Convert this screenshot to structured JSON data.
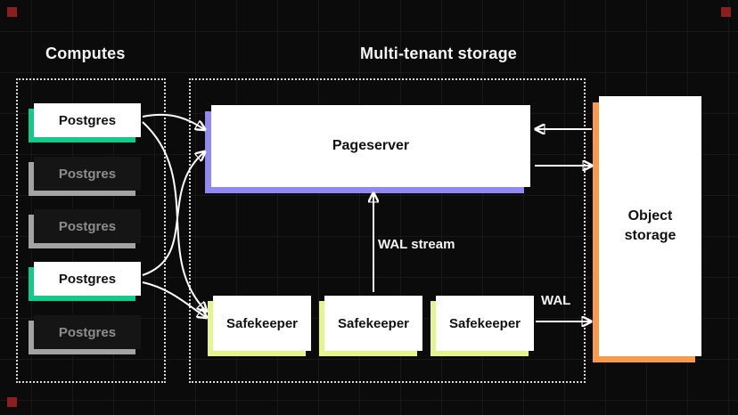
{
  "headings": {
    "computes": "Computes",
    "storage": "Multi-tenant storage"
  },
  "computes": {
    "items": [
      {
        "label": "Postgres",
        "state": "active"
      },
      {
        "label": "Postgres",
        "state": "inactive"
      },
      {
        "label": "Postgres",
        "state": "inactive"
      },
      {
        "label": "Postgres",
        "state": "active"
      },
      {
        "label": "Postgres",
        "state": "inactive"
      }
    ]
  },
  "storage": {
    "pageserver": {
      "label": "Pageserver"
    },
    "safekeepers": [
      {
        "label": "Safekeeper"
      },
      {
        "label": "Safekeeper"
      },
      {
        "label": "Safekeeper"
      }
    ],
    "wal_stream_label": "WAL stream",
    "wal_label": "WAL"
  },
  "object_storage": {
    "label": "Object storage"
  },
  "edges": [
    {
      "from": "postgres-1",
      "to": "pageserver"
    },
    {
      "from": "postgres-1",
      "to": "safekeeper-1"
    },
    {
      "from": "postgres-4",
      "to": "pageserver"
    },
    {
      "from": "postgres-4",
      "to": "safekeeper-1"
    },
    {
      "from": "safekeeper-2",
      "to": "pageserver",
      "label": "WAL stream"
    },
    {
      "from": "safekeeper-3",
      "to": "object-storage",
      "label": "WAL"
    },
    {
      "from": "object-storage",
      "to": "pageserver"
    },
    {
      "from": "pageserver",
      "to": "object-storage"
    }
  ],
  "colors": {
    "background": "#0b0b0b",
    "grid_line": "#181818",
    "accent_green": "#13ca8a",
    "accent_purple": "#9189f2",
    "accent_yellow": "#e4f590",
    "accent_orange": "#f79a4b",
    "inactive_gray": "#a3a3a3",
    "corner_red": "#8b1f1f",
    "card_white": "#ffffff"
  }
}
